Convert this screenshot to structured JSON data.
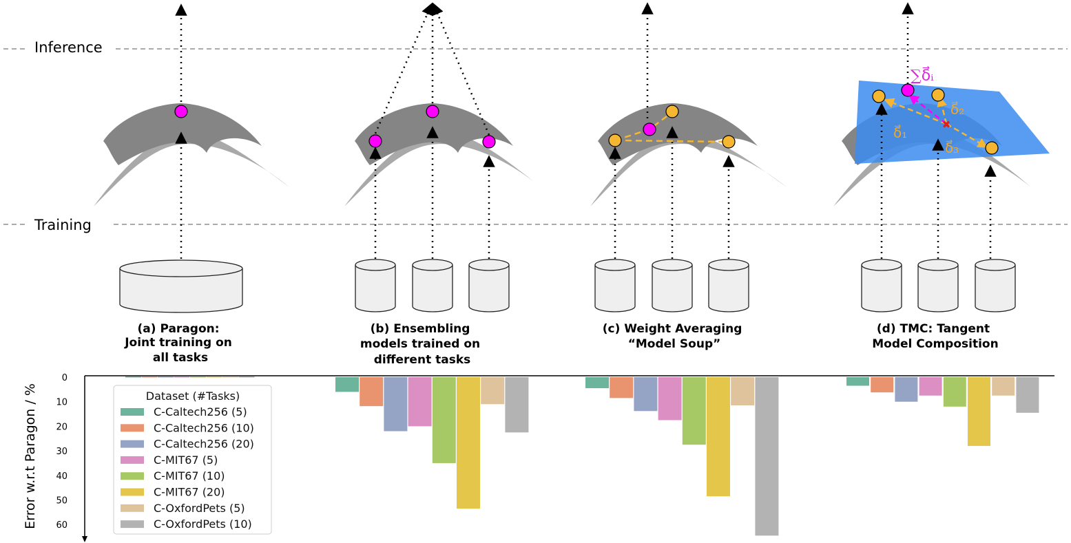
{
  "stage_labels": {
    "inference": "Inference",
    "training": "Training"
  },
  "panels": [
    {
      "caption": [
        "(a) Paragon:",
        "Joint training on",
        "all tasks"
      ]
    },
    {
      "caption": [
        "(b) Ensembling",
        "models trained on",
        "different tasks"
      ]
    },
    {
      "caption": [
        "(c) Weight Averaging",
        "“Model Soup”"
      ]
    },
    {
      "caption": [
        "(d) TMC: Tangent",
        "Model Composition"
      ]
    }
  ],
  "tmc_annotations": {
    "sum": "∑δ⃗ᵢ",
    "d1": "δ⃗₁",
    "d2": "δ⃗₂",
    "d3": "δ⃗₃"
  },
  "colors": {
    "surface_dark": "#858585",
    "surface_light": "#a9a9a9",
    "node_magenta": "#ff00ff",
    "node_gold": "#f5b731",
    "plane_blue": "#3b8cf0",
    "cylinder_fill": "#efefef"
  },
  "chart_data": {
    "type": "bar",
    "ylabel": "Error w.r.t Paragon / %",
    "y_ticks": [
      "0",
      "10",
      "20",
      "30",
      "40",
      "50",
      "60"
    ],
    "ylim": [
      0,
      65
    ],
    "y_inverted": true,
    "legend": {
      "title": "Dataset (#Tasks)",
      "placement": "left"
    },
    "categories": [
      "(a) Paragon",
      "(b) Ensembling",
      "(c) Weight Averaging",
      "(d) TMC"
    ],
    "series": [
      {
        "name": "C-Caltech256 (5)",
        "color": "#6db49d",
        "values": [
          0,
          6.0,
          4.5,
          3.5
        ]
      },
      {
        "name": "C-Caltech256 (10)",
        "color": "#e9936f",
        "values": [
          0,
          11.8,
          8.5,
          6.2
        ]
      },
      {
        "name": "C-Caltech256 (20)",
        "color": "#95a4c5",
        "values": [
          0,
          22.0,
          13.8,
          10.0
        ]
      },
      {
        "name": "C-MIT67 (5)",
        "color": "#db8fc3",
        "values": [
          0,
          20.0,
          17.5,
          7.5
        ]
      },
      {
        "name": "C-MIT67 (10)",
        "color": "#a6c965",
        "values": [
          0,
          35.0,
          27.5,
          12.0
        ]
      },
      {
        "name": "C-MIT67 (20)",
        "color": "#e4c74a",
        "values": [
          0,
          53.5,
          48.5,
          28.0
        ]
      },
      {
        "name": "C-OxfordPets (5)",
        "color": "#dfc39c",
        "values": [
          0,
          11.0,
          11.5,
          7.5
        ]
      },
      {
        "name": "C-OxfordPets (10)",
        "color": "#b3b3b3",
        "values": [
          0,
          22.5,
          64.5,
          14.5
        ]
      }
    ]
  }
}
